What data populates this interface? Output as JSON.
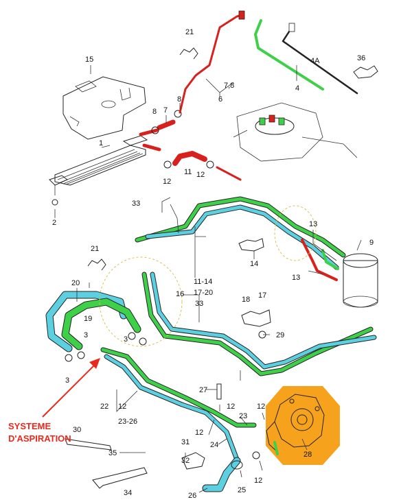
{
  "annotation": {
    "text_line1": "SYSTEME",
    "text_line2": "D'ASPIRATION",
    "color": "#e8291c"
  },
  "highlight_color": "#f7a21c",
  "pipe_colors": {
    "green": "#3fd04a",
    "cyan": "#5ccfe0",
    "red": "#d8201c"
  },
  "callouts": {
    "c1": "1",
    "c2": "2",
    "c3a": "3",
    "c3b": "3",
    "c3c": "3",
    "c4": "4",
    "c4a": "4A",
    "c6": "6",
    "c78": "7,8",
    "c7": "7",
    "c8a": "8",
    "c8b": "8",
    "c9": "9",
    "c11": "11",
    "c12a": "12",
    "c12b": "12",
    "c12c": "12",
    "c12d": "12",
    "c12e": "12",
    "c12f": "12",
    "c12g": "12",
    "c13a": "13",
    "c13b": "13",
    "c14": "14",
    "c11_14": "11-14",
    "c17_20": "17-20",
    "c33a": "33",
    "c15": "15",
    "c16": "16",
    "c17": "17",
    "c18": "18",
    "c19": "19",
    "c20": "20",
    "c21a": "21",
    "c21b": "21",
    "c22": "22",
    "c23": "23",
    "c23_26": "23-26",
    "c24": "24",
    "c25": "25",
    "c26": "26",
    "c27": "27",
    "c28": "28",
    "c29": "29",
    "c30": "30",
    "c31": "31",
    "c32": "32",
    "c33b": "33",
    "c34": "34",
    "c35": "35",
    "c36": "36"
  }
}
